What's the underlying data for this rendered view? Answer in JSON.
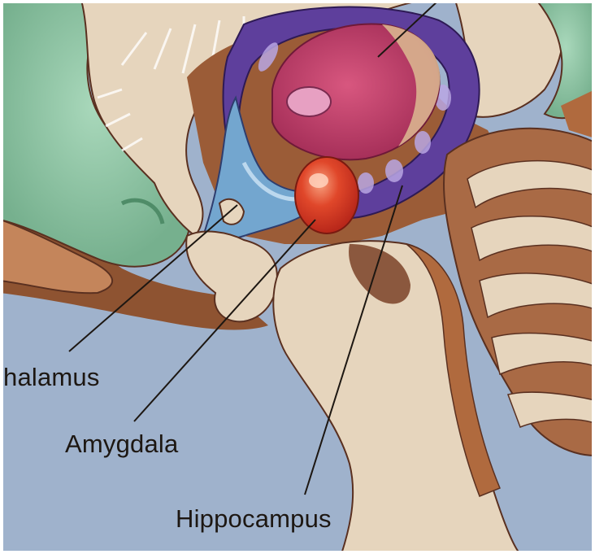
{
  "labels": {
    "hypothalamus": "halamus",
    "amygdala": "Amygdala",
    "hippocampus": "Hippocampus"
  },
  "colors": {
    "background": "#9fb2cc",
    "cortex_green": "#8fc4a0",
    "tissue_beige": "#e6d5bd",
    "tissue_brown": "#8e5331",
    "thalamus_magenta": "#b73b66",
    "ventricle_purple": "#5e3f9c",
    "amygdala_red": "#dc3a22",
    "ventricle_blue": "#73a6cf",
    "leader_line": "#1d1712"
  }
}
